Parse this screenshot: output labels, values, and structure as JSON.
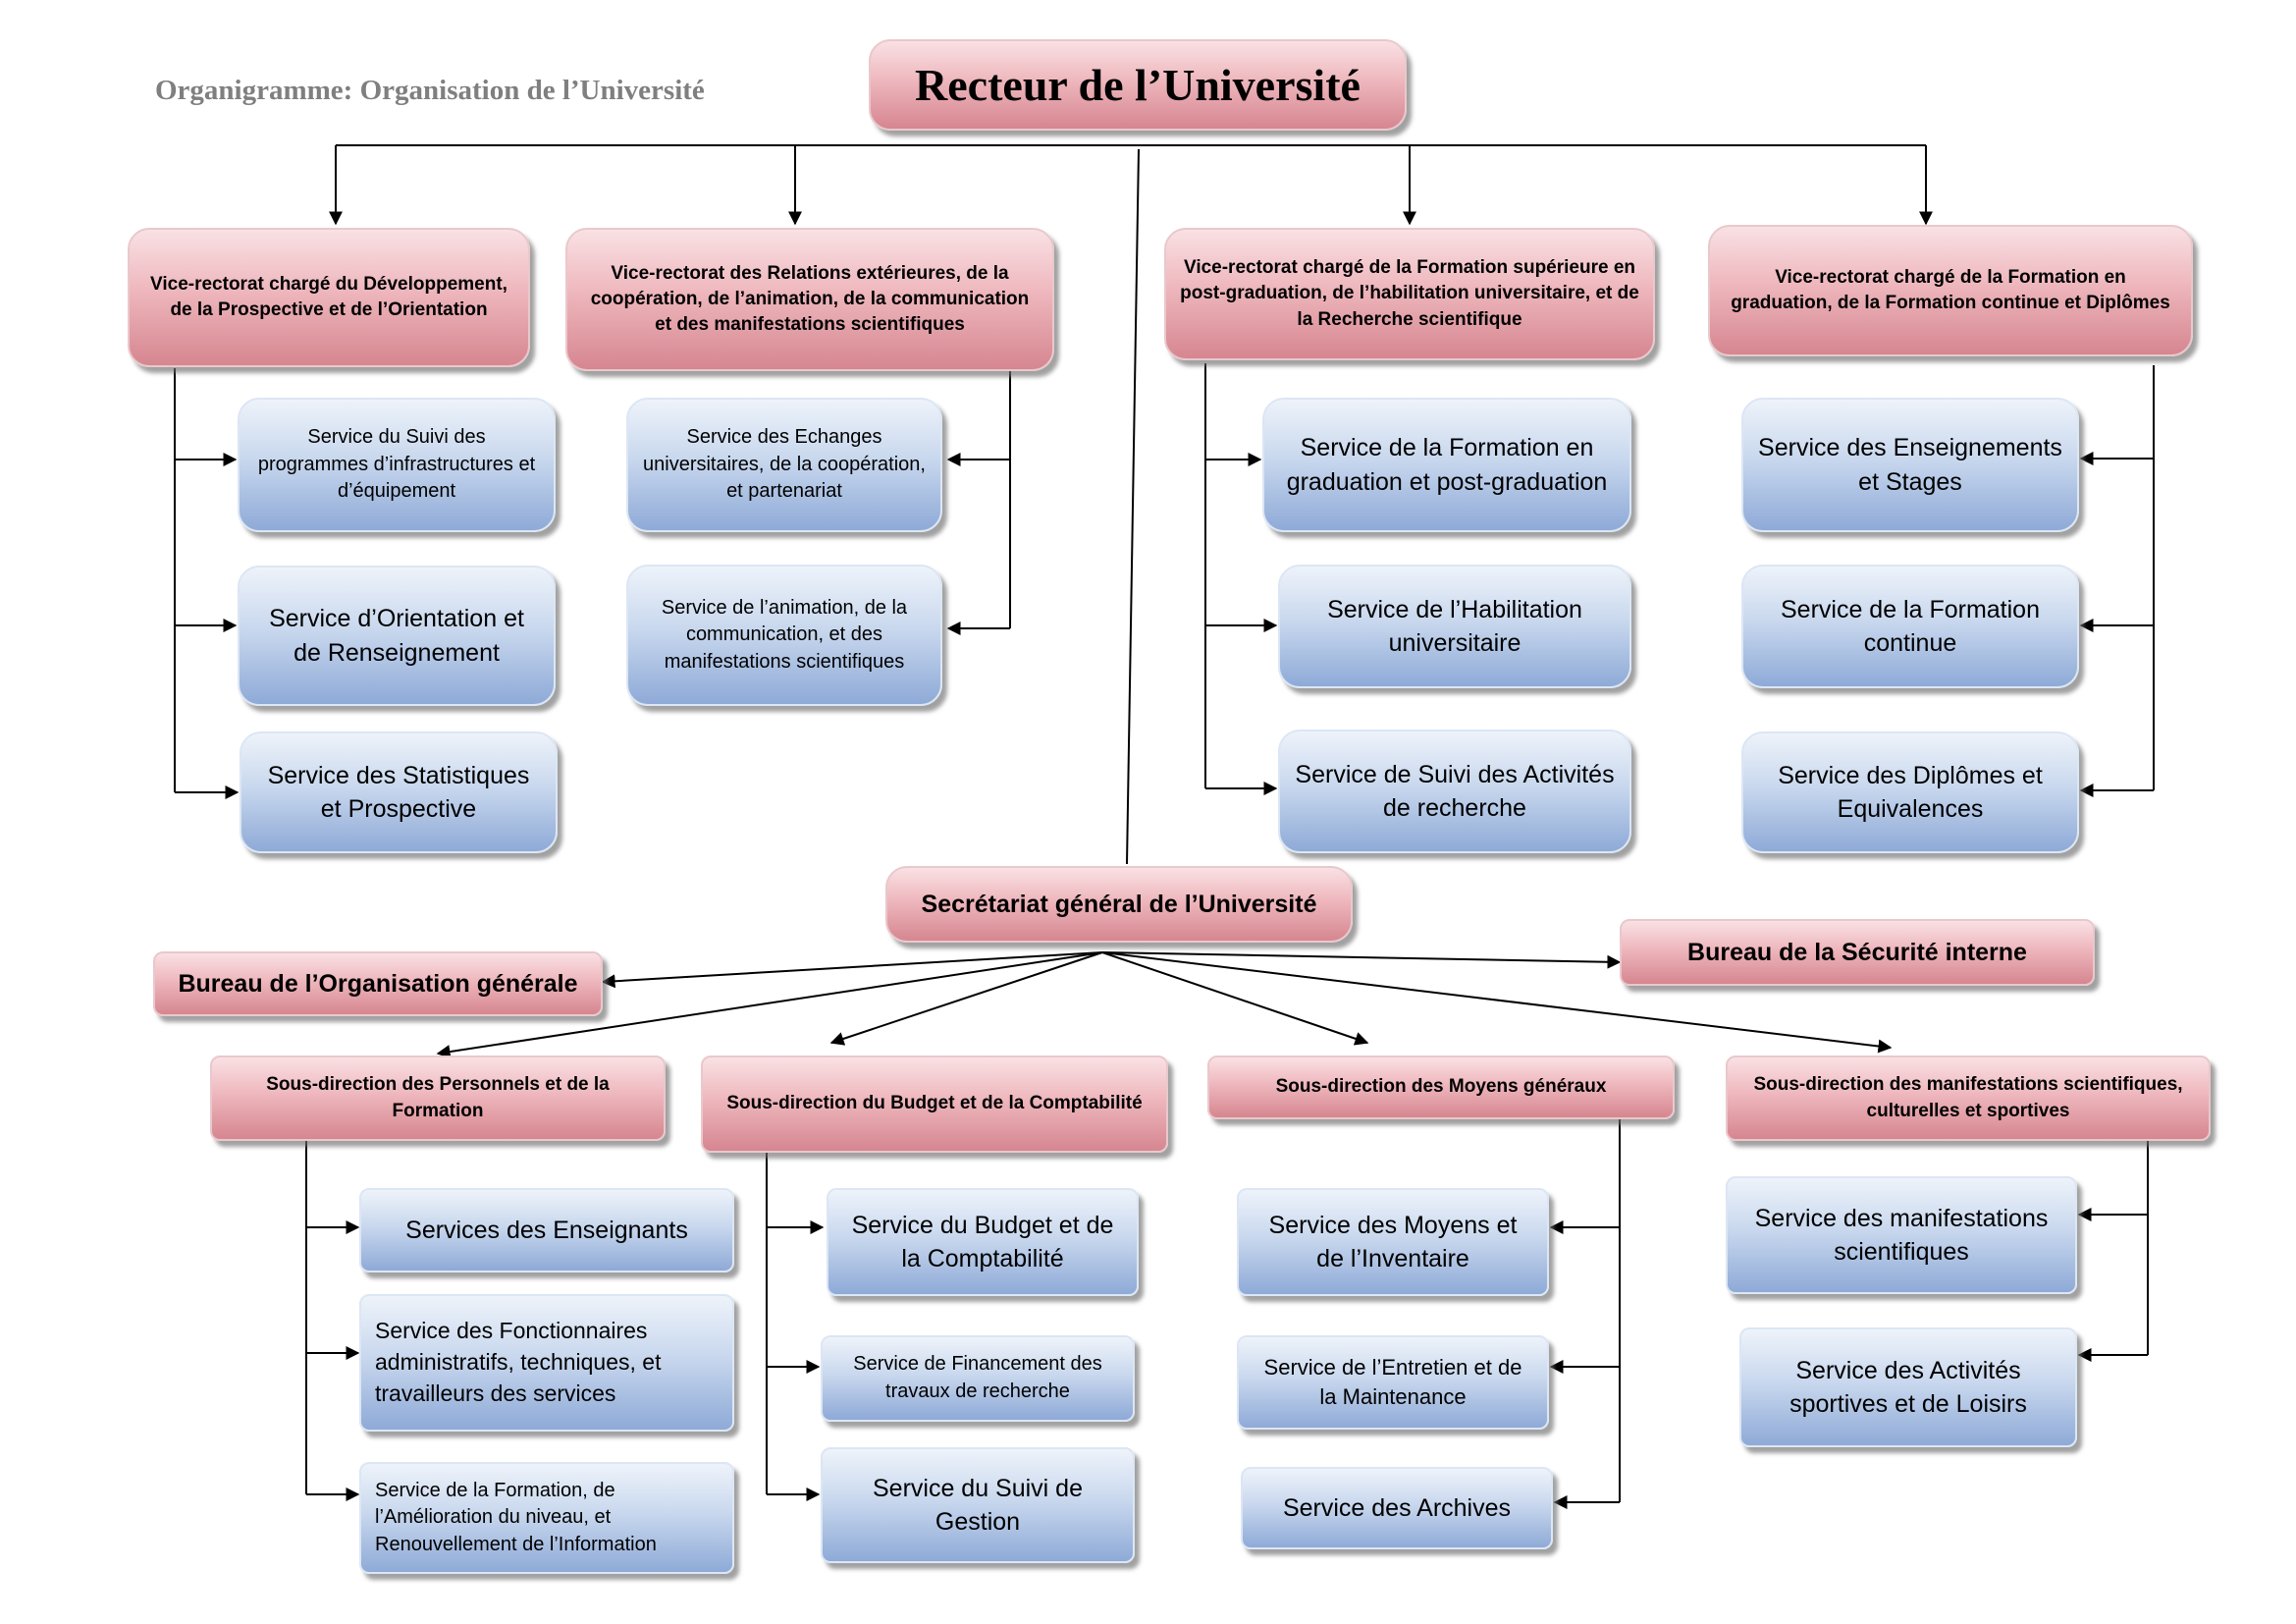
{
  "title": "Organigramme: Organisation de l’Université",
  "rector": "Recteur de l’Université",
  "vice_rectorates": [
    {
      "label": "Vice-rectorat chargé du Développement, de la Prospective et de l’Orientation",
      "services": [
        "Service du Suivi des programmes d’infrastructures et d’équipement",
        "Service d’Orientation et de Renseignement",
        "Service des Statistiques et Prospective"
      ]
    },
    {
      "label": "Vice-rectorat des Relations extérieures, de la coopération, de l’animation, de la communication et des manifestations scientifiques",
      "services": [
        "Service des Echanges universitaires, de la coopération, et partenariat",
        "Service de l’animation, de la communication, et des manifestations scientifiques"
      ]
    },
    {
      "label": "Vice-rectorat chargé de la Formation supérieure en post-graduation, de l’habilitation universitaire, et de la Recherche scientifique",
      "services": [
        "Service de la Formation en graduation et post-graduation",
        "Service de l’Habilitation universitaire",
        "Service de Suivi des Activités de recherche"
      ]
    },
    {
      "label": "Vice-rectorat chargé de la Formation en graduation, de la Formation continue et Diplômes",
      "services": [
        "Service des Enseignements et Stages",
        "Service de la Formation continue",
        "Service des Diplômes et Equivalences"
      ]
    }
  ],
  "secretariat": "Secrétariat général de l’Université",
  "bureaus": {
    "organisation": "Bureau de l’Organisation générale",
    "securite": "Bureau de la Sécurité interne"
  },
  "sub_directorates": [
    {
      "label": "Sous-direction des Personnels et de la Formation",
      "services": [
        "Services des Enseignants",
        "Service des Fonctionnaires administratifs, techniques, et travailleurs des services",
        "Service de la Formation, de l’Amélioration du niveau, et Renouvellement de l’Information"
      ]
    },
    {
      "label": "Sous-direction du Budget et de la Comptabilité",
      "services": [
        "Service du Budget et de la Comptabilité",
        "Service de Financement des travaux de recherche",
        "Service du Suivi de Gestion"
      ]
    },
    {
      "label": "Sous-direction des Moyens généraux",
      "services": [
        "Service des Moyens et de l’Inventaire",
        "Service de l’Entretien et de la Maintenance",
        "Service des Archives"
      ]
    },
    {
      "label": "Sous-direction des manifestations scientifiques, culturelles et sportives",
      "services": [
        "Service des manifestations scientifiques",
        "Service des Activités sportives et de Loisirs"
      ]
    }
  ],
  "colors": {
    "header_box": "#eeb7bd",
    "service_box": "#c9d8ee",
    "connector": "#000000",
    "caption": "#7f7f7f"
  }
}
